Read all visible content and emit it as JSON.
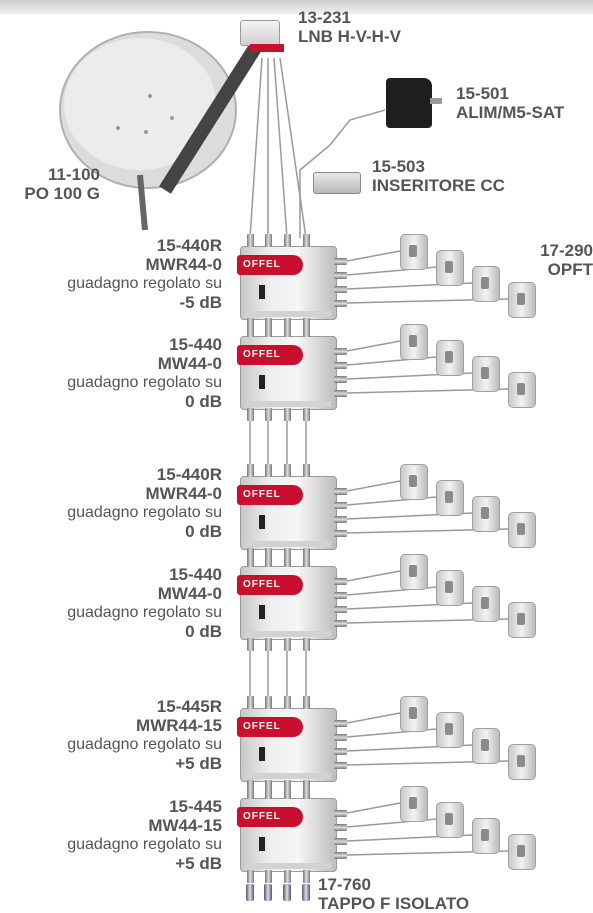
{
  "lnb": {
    "code": "13-231",
    "name": "LNB H-V-H-V"
  },
  "psu": {
    "code": "15-501",
    "name": "ALIM/M5-SAT"
  },
  "dish": {
    "code": "11-100",
    "name": "PO 100 G"
  },
  "inserter": {
    "code": "15-503",
    "name": "INSERITORE CC"
  },
  "outlets": {
    "code": "17-290",
    "name": "OPFT"
  },
  "cap": {
    "code": "17-760",
    "name": "TAPPO F ISOLATO"
  },
  "multiswitch_brand": "OFFEL",
  "multiswitches": [
    {
      "code": "15-440R",
      "model": "MWR44-0",
      "gain_text": "guadagno regolato su",
      "gain": "-5 dB"
    },
    {
      "code": "15-440",
      "model": "MW44-0",
      "gain_text": "guadagno regolato su",
      "gain": "0 dB"
    },
    {
      "code": "15-440R",
      "model": "MWR44-0",
      "gain_text": "guadagno regolato su",
      "gain": "0 dB"
    },
    {
      "code": "15-440",
      "model": "MW44-0",
      "gain_text": "guadagno regolato su",
      "gain": "0 dB"
    },
    {
      "code": "15-445R",
      "model": "MWR44-15",
      "gain_text": "guadagno regolato su",
      "gain": "+5 dB"
    },
    {
      "code": "15-445",
      "model": "MW44-15",
      "gain_text": "guadagno regolato su",
      "gain": "+5 dB"
    }
  ]
}
